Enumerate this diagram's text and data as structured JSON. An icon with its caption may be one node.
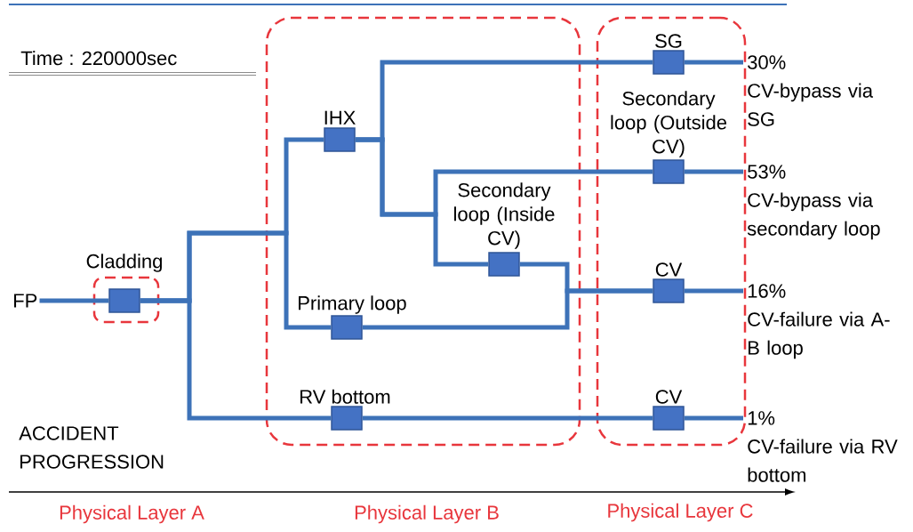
{
  "diagram": {
    "nodes": [
      {
        "text": [
          "FP"
        ]
      },
      {
        "text": [],
        "shape": "box"
      },
      {
        "text": [
          "Cladding"
        ],
        "in": 1
      },
      {
        "text": [],
        "shape": "box"
      },
      {
        "text": [
          "IHX"
        ],
        "in": 3
      },
      {
        "text": [
          "Secondary loop (Inside CV)"
        ],
        "in": 3
      },
      {
        "text": [
          "Primary loop"
        ],
        "in": 3
      },
      {
        "text": [
          "RV bottom"
        ],
        "in": 3
      },
      {
        "text": [],
        "shape": "box"
      },
      {
        "text": [
          "SG"
        ],
        "in": 8
      },
      {
        "text": [
          "Secondary loop (Outside CV)"
        ],
        "in": 8
      },
      {
        "text": [
          "CV"
        ],
        "in": 8
      },
      {
        "text": [
          "CV"
        ],
        "in": 8
      },
      {
        "text": [
          "30%",
          "CV-bypass via SG"
        ]
      },
      {
        "text": [
          "53%",
          "CV-bypass via secondary loop"
        ]
      },
      {
        "text": [
          "16%",
          "CV-failure via A-B loop"
        ]
      },
      {
        "text": [
          "1%",
          "CV-failure via RV bottom"
        ]
      }
    ],
    "edges": [
      {
        "from": 0,
        "to": 2,
        "arrow": "none"
      },
      {
        "from": 2,
        "to": 4,
        "arrow": "none"
      },
      {
        "from": 2,
        "to": 6,
        "arrow": "none"
      },
      {
        "from": 2,
        "to": 7,
        "arrow": "none"
      },
      {
        "from": 4,
        "to": 9,
        "arrow": "none"
      },
      {
        "from": 4,
        "to": 5,
        "arrow": "none"
      },
      {
        "from": 4,
        "to": 10,
        "arrow": "none"
      },
      {
        "from": 5,
        "to": 11,
        "arrow": "none"
      },
      {
        "from": 6,
        "to": 11,
        "arrow": "none"
      },
      {
        "from": 7,
        "to": 12,
        "arrow": "none"
      },
      {
        "from": 9,
        "to": 13,
        "arrow": "none"
      },
      {
        "from": 10,
        "to": 14,
        "arrow": "none"
      },
      {
        "from": 11,
        "to": 15,
        "arrow": "none"
      },
      {
        "from": 12,
        "to": 16,
        "arrow": "none"
      }
    ],
    "labels": [
      "Time : 220000sec",
      "ACCIDENT PROGRESSION",
      "Physical Layer A",
      "Physical Layer B",
      "Physical Layer C"
    ]
  }
}
